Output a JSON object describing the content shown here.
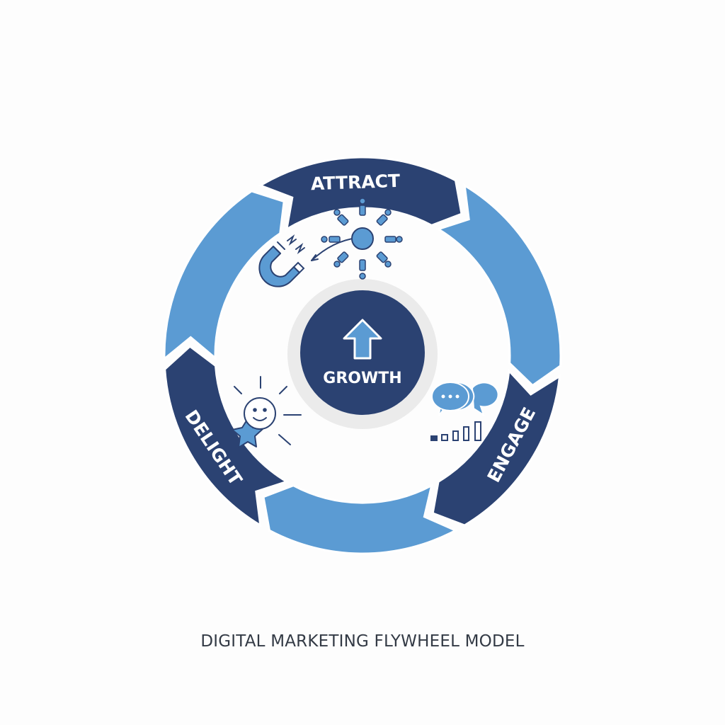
{
  "title": "DIGITAL MARKETING FLYWHEEL MODEL",
  "center": {
    "label": "GROWTH",
    "icon": "up-arrow-icon"
  },
  "stages": [
    {
      "label": "ATTRACT",
      "icon": "magnet-people-icon"
    },
    {
      "label": "ENGAGE",
      "icon": "chat-bubbles-bar-chart-icon"
    },
    {
      "label": "DELIGHT",
      "icon": "smiley-star-icon"
    }
  ],
  "colors": {
    "dark": "#2b4272",
    "light": "#5b9bd3",
    "halo": "#ebebeb",
    "title": "#333a45"
  }
}
